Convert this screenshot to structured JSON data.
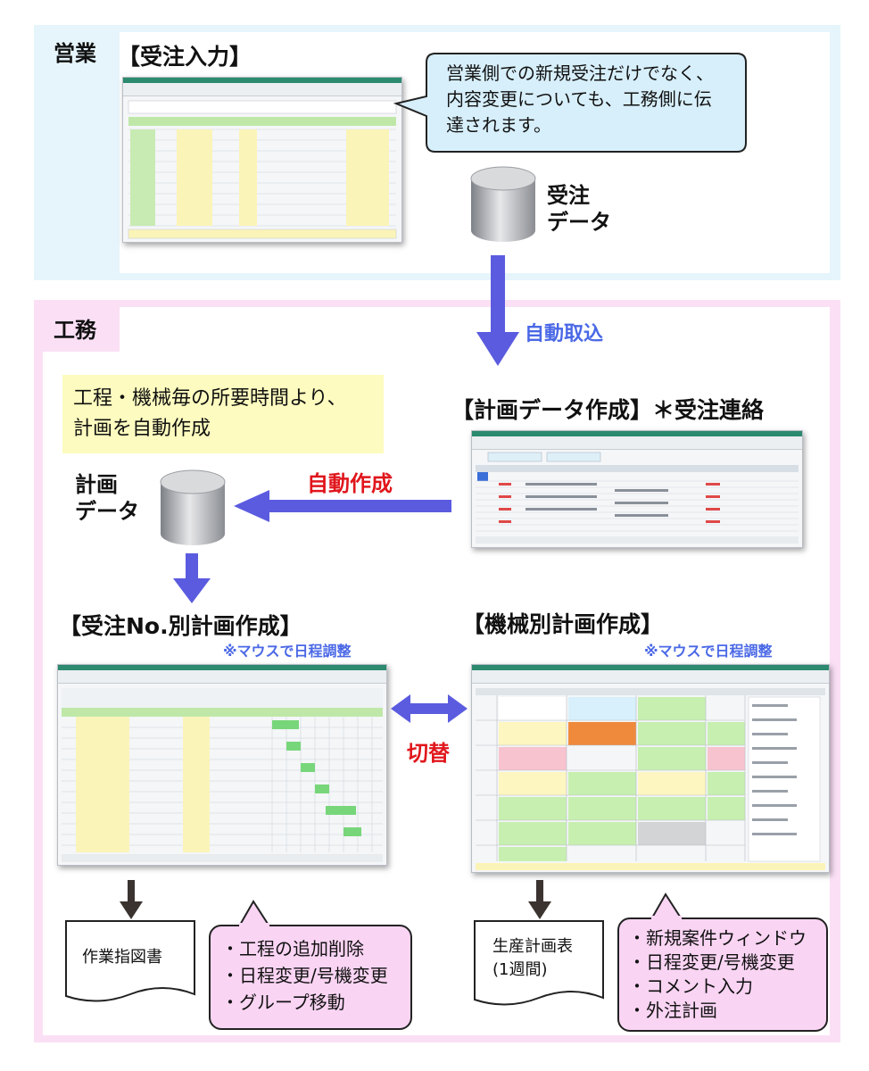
{
  "sales": {
    "tag": "営業",
    "title": "【受注入力】",
    "callout": [
      "営業側での新規受注だけでなく、",
      "内容変更についても、工務側に伝",
      "達されます。"
    ],
    "db_label": [
      "受注",
      "データ"
    ]
  },
  "eng": {
    "tag": "工務",
    "import_label": "自動取込",
    "note": [
      "工程・機械毎の所要時間より、",
      "計画を自動作成"
    ],
    "plan_title": "【計画データ作成】＊受注連絡",
    "auto_create": "自動作成",
    "db_label": [
      "計画",
      "データ"
    ],
    "order_plan_title": "【受注No.別計画作成】",
    "machine_plan_title": "【機械別計画作成】",
    "mouse_note_left": "※マウスで日程調整",
    "mouse_note_right": "※マウスで日程調整",
    "switch_label": "切替",
    "doc_left": "作業指図書",
    "doc_right": [
      "生産計画表",
      "(1週間)"
    ],
    "bullets_left": [
      "・工程の追加削除",
      "・日程変更/号機変更",
      "・グループ移動"
    ],
    "bullets_right": [
      "・新規案件ウィンドウ",
      "・日程変更/号機変更",
      "・コメント入力",
      "・外注計画"
    ]
  },
  "colors": {
    "sales_bg": "#e6f5fb",
    "eng_bg": "#fbe0f5",
    "arrow_blue": "#5b5be0",
    "accent_red": "#e0161c",
    "callout_fill": "#d7effb",
    "note_yellow": "#fdfbbf",
    "bubble_pink": "#f9d4f3"
  }
}
